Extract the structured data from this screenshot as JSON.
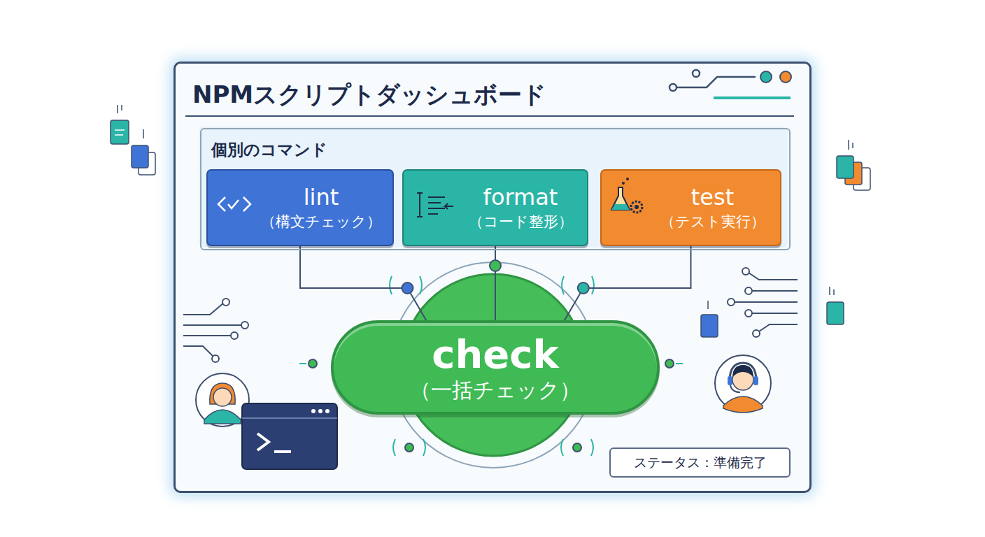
{
  "diagram": {
    "nodes": [
      {
        "text": [
          "NPMスクリプトダッシュボード"
        ]
      },
      {
        "text": [
          "個別のコマンド"
        ],
        "in": 0
      },
      {
        "text": [
          "lint",
          "（構文チェック）"
        ],
        "in": 1
      },
      {
        "text": [
          "format",
          "（コード整形）"
        ],
        "in": 1
      },
      {
        "text": [
          "test",
          "（テスト実行）"
        ],
        "in": 1
      },
      {
        "text": [
          "check",
          "（一括チェック）"
        ],
        "in": 0
      },
      {
        "text": [
          "ステータス：準備完了"
        ],
        "in": 0
      }
    ],
    "edges": [
      {
        "from": 2,
        "to": 5,
        "arrow": "none"
      },
      {
        "from": 3,
        "to": 5,
        "arrow": "none"
      },
      {
        "from": 4,
        "to": 5,
        "arrow": "none"
      }
    ]
  }
}
